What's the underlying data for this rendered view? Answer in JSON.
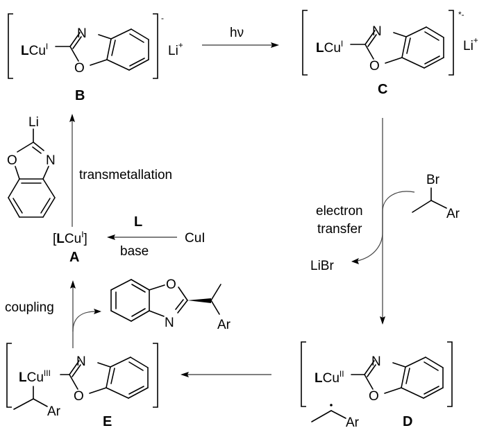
{
  "diagram": {
    "title": "Proposed catalytic cycle: photoinduced copper-catalyzed coupling of benzoxazole with benzylic bromide",
    "compounds": {
      "A": {
        "label": "A",
        "formula_open": "[",
        "ligand": "L",
        "metal": "Cu",
        "oxidation_state": "I",
        "formula_close": "]"
      },
      "B": {
        "label": "B",
        "ligand": "L",
        "metal": "Cu",
        "oxidation_state": "I",
        "charge": "-",
        "counterion": "Li",
        "counterion_charge": "+",
        "heterocycle": "benzoxazol-2-yl"
      },
      "C": {
        "label": "C",
        "ligand": "L",
        "metal": "Cu",
        "oxidation_state": "I",
        "charge": "*-",
        "counterion": "Li",
        "counterion_charge": "+",
        "heterocycle": "benzoxazol-2-yl"
      },
      "D": {
        "label": "D",
        "ligand": "L",
        "metal": "Cu",
        "oxidation_state": "II",
        "heterocycle": "benzoxazol-2-yl",
        "radical_aryl": "Ar"
      },
      "E": {
        "label": "E",
        "ligand": "L",
        "metal": "Cu",
        "oxidation_state": "III",
        "heterocycle": "benzoxazol-2-yl",
        "alkyl_aryl": "Ar"
      }
    },
    "reagents": {
      "lithio_benzoxazole": {
        "metal": "Li",
        "o_atom": "O",
        "n_atom": "N"
      },
      "copper_iodide": "CuI",
      "ligand": "L",
      "base": "base",
      "alkyl_bromide": {
        "halogen": "Br",
        "aryl": "Ar"
      },
      "byproduct": "LiBr",
      "product": {
        "o_atom": "O",
        "n_atom": "N",
        "aryl": "Ar"
      }
    },
    "steps": {
      "photoexcitation": "hν",
      "electron_transfer_line1": "electron",
      "electron_transfer_line2": "transfer",
      "transmetallation": "transmetallation",
      "coupling": "coupling",
      "ligand_above": "L",
      "base_below": "base"
    },
    "atoms": {
      "N": "N",
      "O": "O",
      "Ar": "Ar",
      "Li": "Li",
      "Br": "Br"
    }
  }
}
